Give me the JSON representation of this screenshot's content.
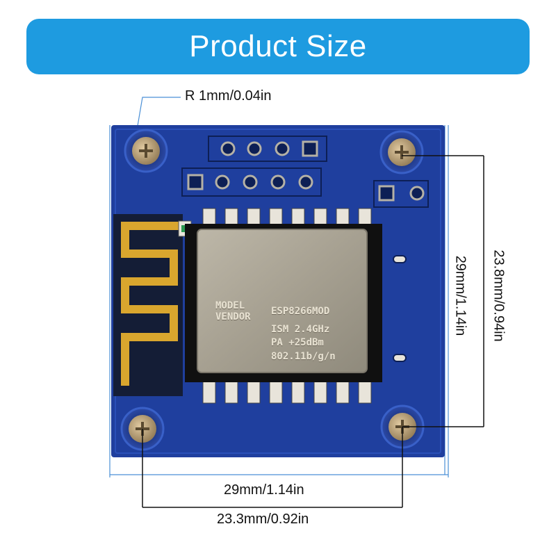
{
  "banner": {
    "title": "Product Size",
    "color": "#1e9be0"
  },
  "dimensions": {
    "corner_radius": "R 1mm/0.04in",
    "board_width": "29mm/1.14in",
    "hole_spacing_horizontal": "23.3mm/0.92in",
    "board_height": "29mm/1.14in",
    "hole_spacing_vertical": "23.8mm/0.94in"
  },
  "module_label": {
    "line1_left": "MODEL",
    "line1_right": "ESP8266MOD",
    "line2_left": "VENDOR",
    "line3": "ISM 2.4GHz",
    "line4": "PA  +25dBm",
    "line5": "802.11b/g/n"
  },
  "colors": {
    "pcb": "#1f3f9e",
    "shield": "#a9a394",
    "antenna": "#d9a62e",
    "dimension_line": "#4a8fd6"
  }
}
